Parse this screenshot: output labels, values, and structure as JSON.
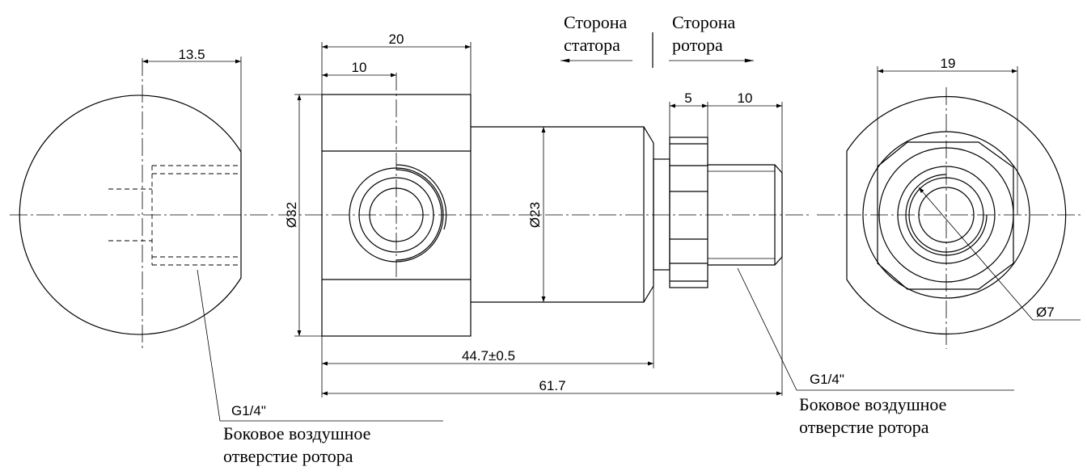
{
  "header": {
    "stator_side_line1": "Сторона",
    "stator_side_line2": "статора",
    "rotor_side_line1": "Сторона",
    "rotor_side_line2": "ротора"
  },
  "dimensions": {
    "left_width": "13.5",
    "body_length": "20",
    "port_offset": "10",
    "body_diameter": "Ø32",
    "neck_diameter": "Ø23",
    "hex_width": "5",
    "thread_length": "10",
    "housing_length": "44.7±0.5",
    "total_length": "61.7",
    "right_width": "19",
    "bore_diameter": "Ø7"
  },
  "callouts": {
    "left_thread": "G1/4\"",
    "left_desc_line1": "Боковое воздушное",
    "left_desc_line2": "отверстие ротора",
    "right_thread": "G1/4\"",
    "right_desc_line1": "Боковое воздушное",
    "right_desc_line2": "отверстие ротора"
  }
}
